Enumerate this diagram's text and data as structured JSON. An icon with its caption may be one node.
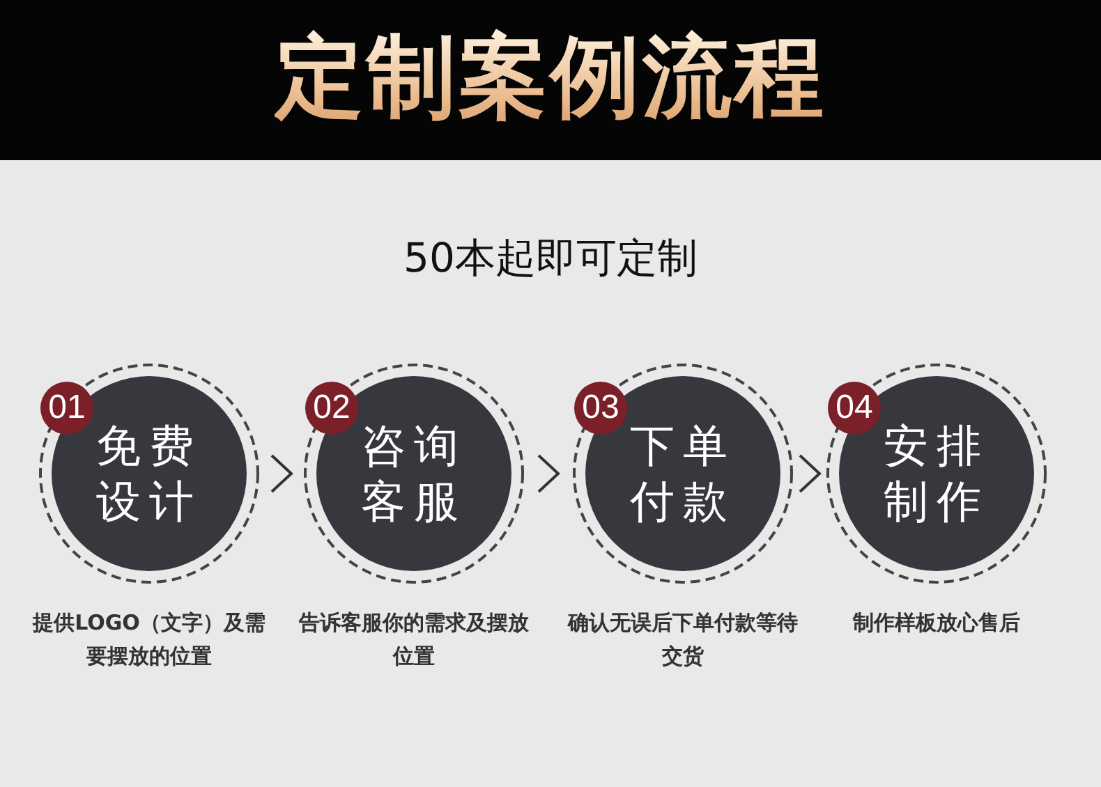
{
  "diagram": {
    "title": "定制案例流程",
    "nodes": [
      {
        "text": [
          "01",
          "免费设计"
        ],
        "beside": [
          "提供LOGO（文字）及需要摆放的位置"
        ]
      },
      {
        "text": [
          "02",
          "咨询客服"
        ],
        "beside": [
          "告诉客服你的需求及摆放位置"
        ]
      },
      {
        "text": [
          "03",
          "下单付款"
        ],
        "beside": [
          "确认无误后下单付款等待交货"
        ]
      },
      {
        "text": [
          "04",
          "安排制作"
        ],
        "beside": [
          "制作样板放心售后"
        ]
      }
    ],
    "edges": [
      {
        "from": 0,
        "to": 1,
        "arrow": "to"
      },
      {
        "from": 1,
        "to": 2,
        "arrow": "to"
      },
      {
        "from": 2,
        "to": 3,
        "arrow": "to"
      }
    ],
    "labels": [
      "50本起即可定制"
    ]
  }
}
